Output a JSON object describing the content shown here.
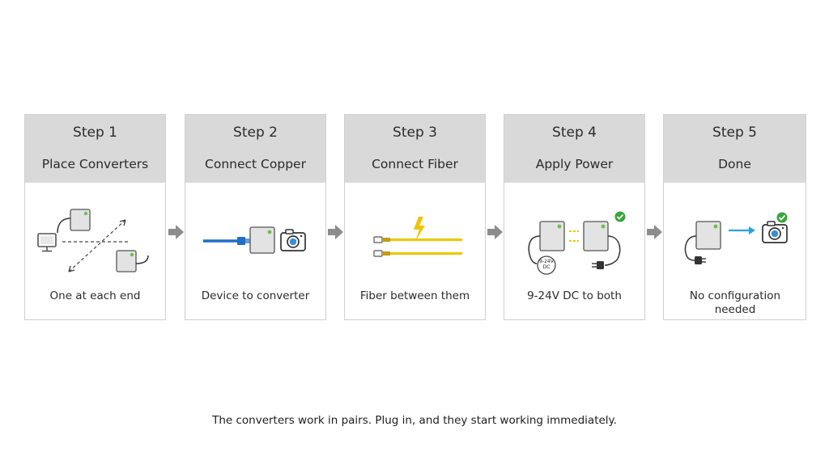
{
  "steps": [
    {
      "step": "Step 1",
      "title": "Place Converters",
      "caption": "One at each end"
    },
    {
      "step": "Step 2",
      "title": "Connect Copper",
      "caption": "Device to converter"
    },
    {
      "step": "Step 3",
      "title": "Connect Fiber",
      "caption": "Fiber between them"
    },
    {
      "step": "Step 4",
      "title": "Apply Power",
      "caption": "9-24V DC to both"
    },
    {
      "step": "Step 5",
      "title": "Done",
      "caption": "No configuration needed"
    }
  ],
  "step4_label": "9-24V DC",
  "footer": "The converters work in pairs. Plug in, and they start working immediately.",
  "colors": {
    "header_bg": "#d9d9d9",
    "card_border": "#d0d0d0",
    "arrow": "#8c8c8c",
    "copper_cable": "#1f6fc7",
    "fiber_cable": "#e8c90c",
    "check_green": "#3aa53a",
    "led_green": "#6cc04a",
    "done_arrow": "#2aa3d8"
  },
  "icons": [
    "monitor-icon",
    "converter-icon",
    "camera-icon",
    "lightning-icon",
    "check-icon",
    "power-plug-icon",
    "arrow-right-icon"
  ]
}
